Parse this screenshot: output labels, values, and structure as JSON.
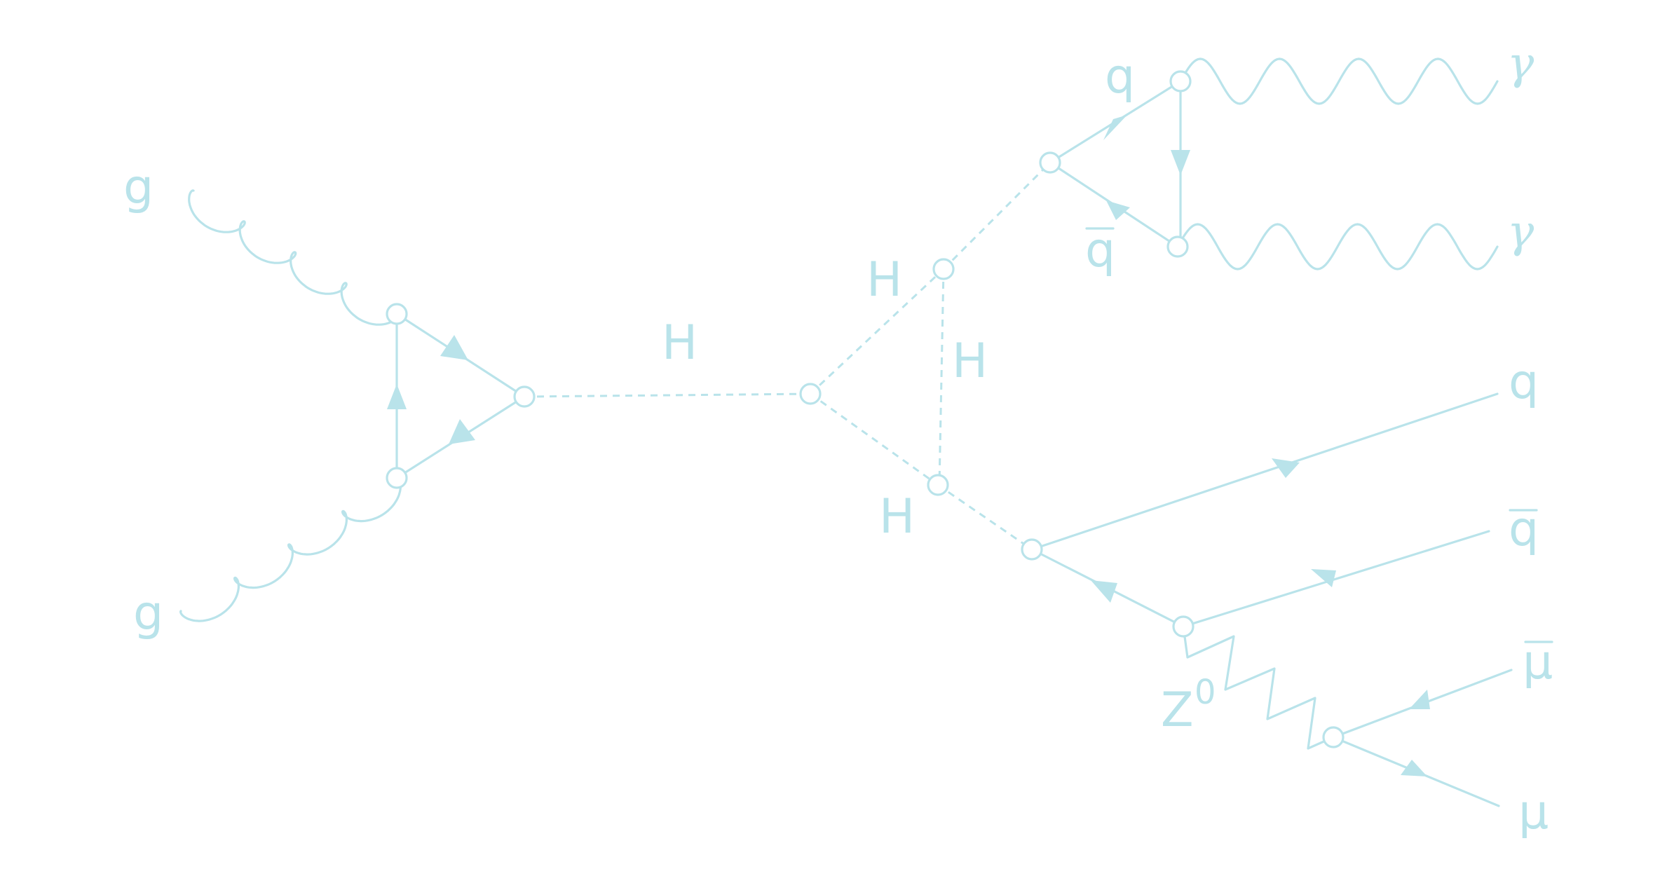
{
  "labels": {
    "gluon_top": "g",
    "gluon_bottom": "g",
    "higgs_main": "H",
    "higgs_upper": "H",
    "higgs_mid": "H",
    "higgs_lower": "H",
    "quark_top": "q",
    "antiquark_top": "q",
    "photon_1": "γ",
    "photon_2": "γ",
    "quark_out": "q",
    "antiquark_out": "q",
    "z_boson": "Z",
    "z_superscript": "0",
    "antimuon": "μ",
    "muon": "μ"
  },
  "colors": {
    "stroke": "#b9e3ea",
    "background": "#ffffff"
  }
}
